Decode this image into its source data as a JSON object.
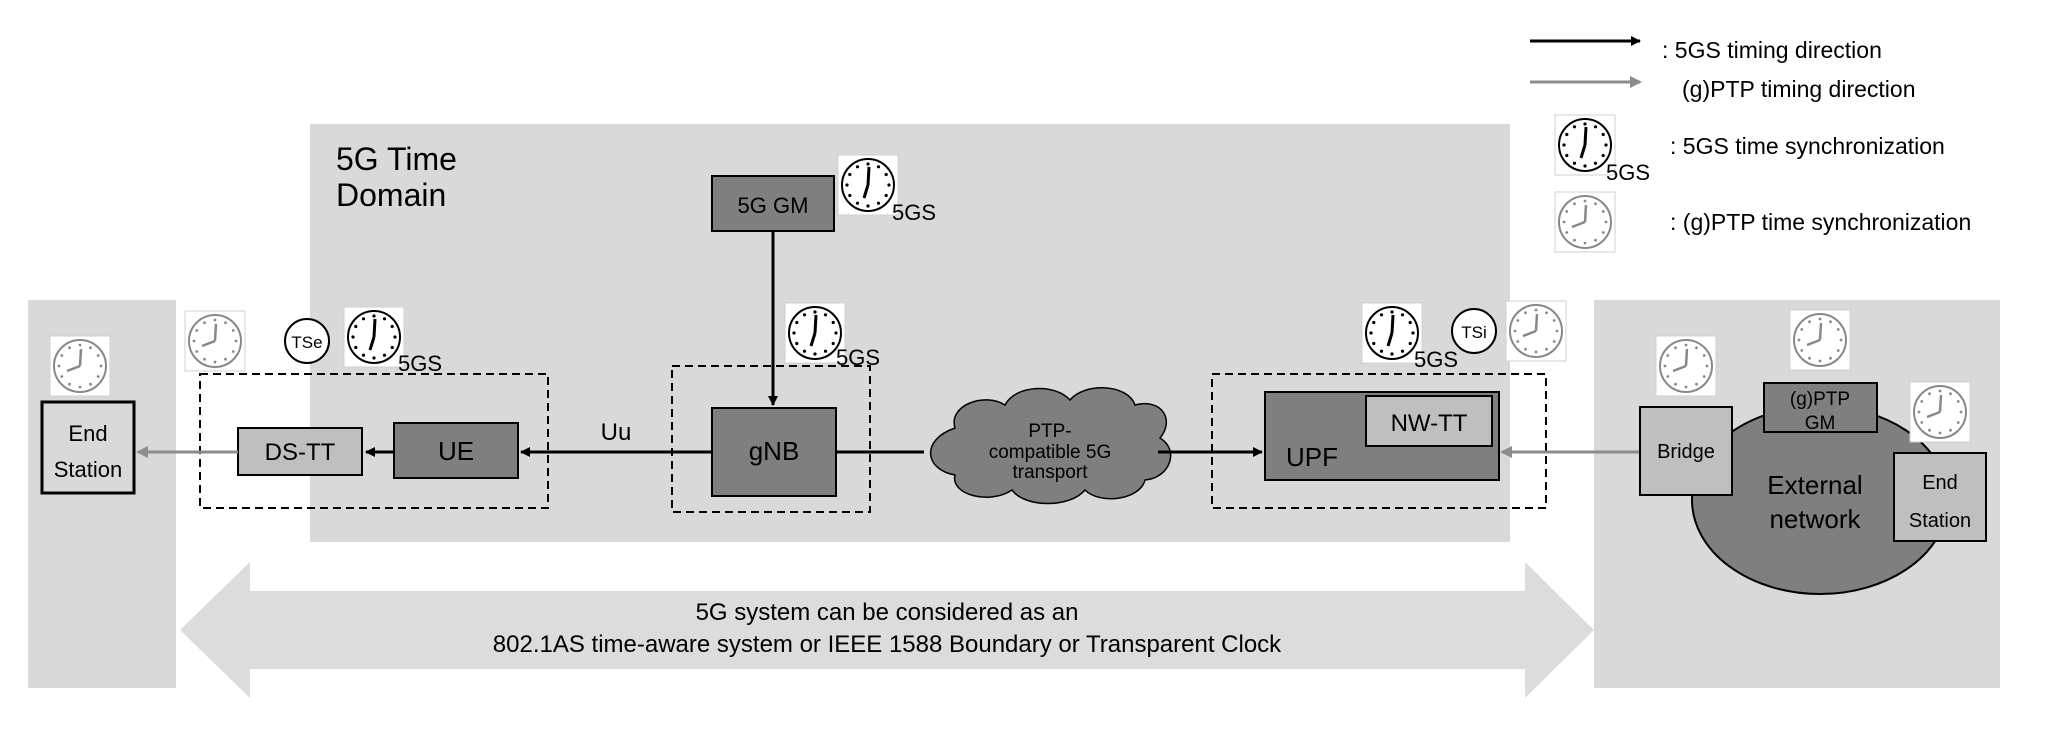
{
  "legend": {
    "five_gs_direction": ": 5GS timing direction",
    "gptp_direction": "(g)PTP timing direction",
    "five_gs_sync": ": 5GS time synchronization",
    "five_gs_sub": "5GS",
    "gptp_sync": ": (g)PTP time synchronization"
  },
  "domain": {
    "title_line1": "5G Time",
    "title_line2": "Domain"
  },
  "nodes": {
    "gm": "5G GM",
    "gnb": "gNB",
    "ue": "UE",
    "dstt": "DS-TT",
    "upf": "UPF",
    "nwtt": "NW-TT",
    "end_left_1": "End",
    "end_left_2": "Station",
    "bridge": "Bridge",
    "gptp_gm_1": "(g)PTP",
    "gptp_gm_2": "GM",
    "end_right_1": "End",
    "end_right_2": "Station",
    "external_1": "External",
    "external_2": "network",
    "tse": "TSe",
    "tsi": "TSi"
  },
  "cloud": {
    "line1": "PTP-",
    "line2": "compatible 5G",
    "line3": "transport"
  },
  "labels": {
    "uu": "Uu",
    "sub_gm": "5GS",
    "sub_gnb": "5GS",
    "sub_ue": "5GS",
    "sub_upf": "5GS"
  },
  "banner": {
    "line1": "5G system can be considered as an",
    "line2": "802.1AS time-aware system or IEEE 1588 Boundary or Transparent Clock"
  },
  "colors": {
    "panel": "#d9d9d9",
    "node_dark": "#7f7f7f",
    "node_light": "#bfbfbf",
    "gptp_arrow": "#8c8c8c",
    "black": "#000000"
  }
}
